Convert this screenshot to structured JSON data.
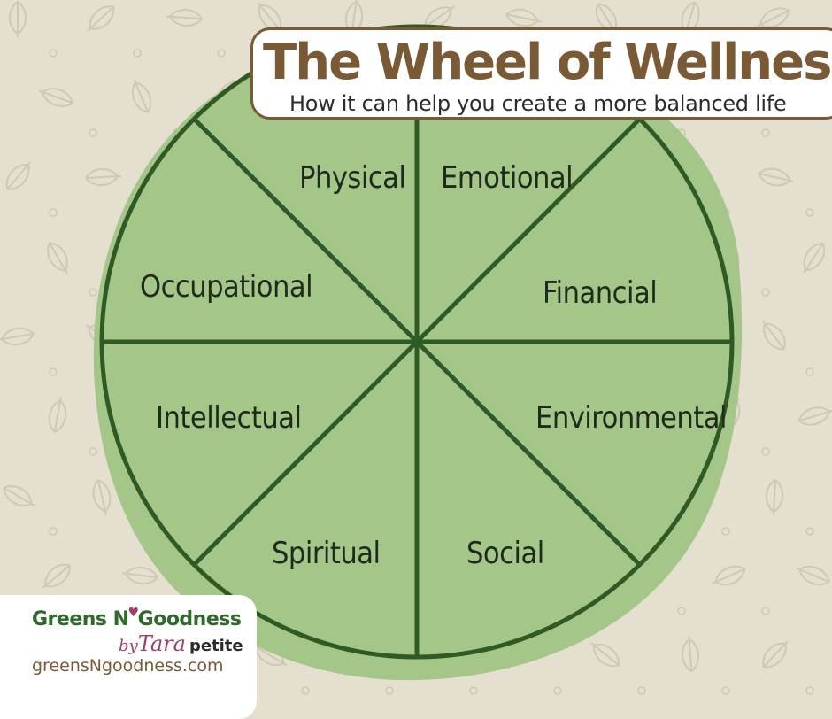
{
  "header": {
    "title": "The Wheel of Wellness",
    "subtitle": "How it can help you create a more balanced life"
  },
  "wheel": {
    "segments": [
      "Physical",
      "Emotional",
      "Financial",
      "Environmental",
      "Social",
      "Spiritual",
      "Intellectual",
      "Occupational"
    ]
  },
  "branding": {
    "brand_part1": "Greens N",
    "brand_part2": "Goodness",
    "heart": "♥",
    "by": "by",
    "name": "Tara",
    "suffix": "petite",
    "url": "greensNgoodness.com"
  },
  "colors": {
    "background": "#e4dfcf",
    "wheel_fill": "#a4c688",
    "wheel_stroke": "#2f5a25",
    "title_brown": "#7a5a35",
    "brand_green": "#2e6b2a",
    "brand_pink": "#a13f6b"
  },
  "icons": [
    "leaf-pattern-icon",
    "heart-icon"
  ]
}
